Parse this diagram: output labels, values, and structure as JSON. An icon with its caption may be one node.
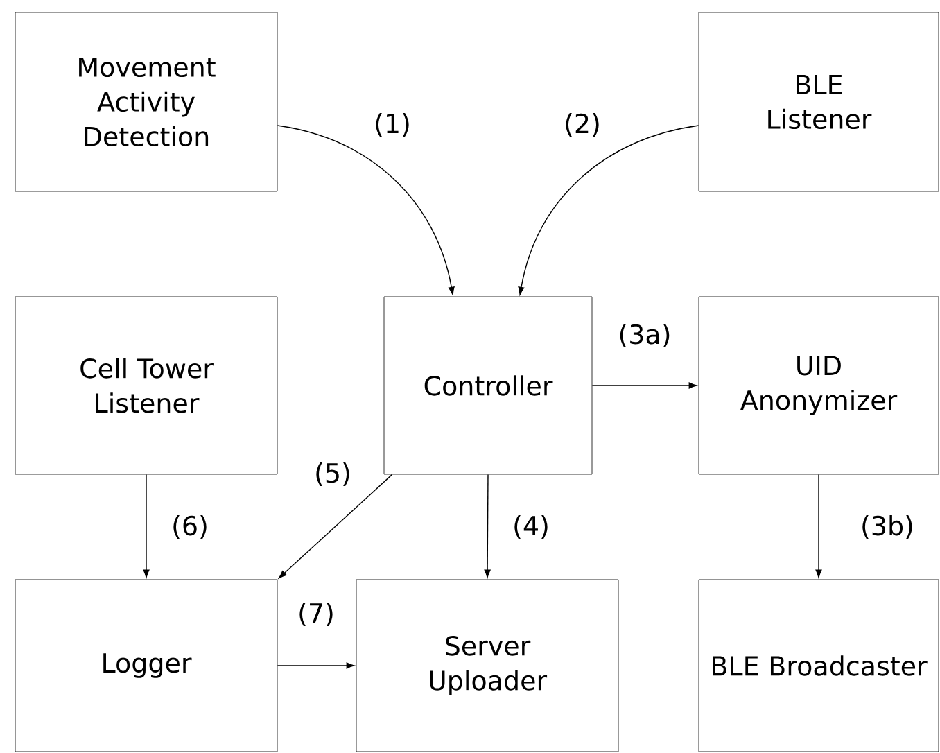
{
  "diagram": {
    "nodes": [
      {
        "text": [
          "Movement Activity Detection"
        ]
      },
      {
        "text": [
          "BLE Listener"
        ]
      },
      {
        "text": [
          "Cell Tower Listener"
        ]
      },
      {
        "text": [
          "Controller"
        ]
      },
      {
        "text": [
          "UID Anonymizer"
        ]
      },
      {
        "text": [
          "Logger"
        ]
      },
      {
        "text": [
          "Server Uploader"
        ]
      },
      {
        "text": [
          "BLE Broadcaster"
        ]
      }
    ],
    "edges": [
      {
        "from": 0,
        "to": 3,
        "arrow": "to",
        "label": "(1)"
      },
      {
        "from": 1,
        "to": 3,
        "arrow": "to",
        "label": "(2)"
      },
      {
        "from": 3,
        "to": 4,
        "arrow": "to",
        "label": "(3a)"
      },
      {
        "from": 4,
        "to": 7,
        "arrow": "to",
        "label": "(3b)"
      },
      {
        "from": 3,
        "to": 6,
        "arrow": "to",
        "label": "(4)"
      },
      {
        "from": 3,
        "to": 5,
        "arrow": "to",
        "label": "(5)"
      },
      {
        "from": 2,
        "to": 5,
        "arrow": "to",
        "label": "(6)"
      },
      {
        "from": 5,
        "to": 6,
        "arrow": "to",
        "label": "(7)"
      }
    ]
  }
}
